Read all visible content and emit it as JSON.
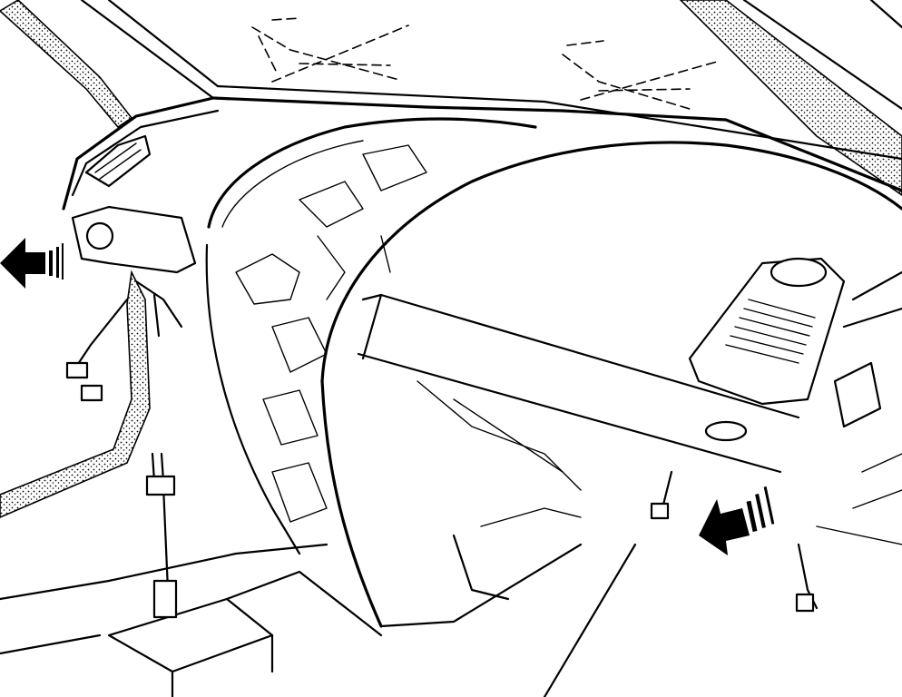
{
  "figure": {
    "subject": "dashboard-panel-removal-illustration",
    "style": "black line art on white",
    "arrows": [
      {
        "name": "left-direction-arrow",
        "direction": "left"
      },
      {
        "name": "lower-right-direction-arrow",
        "direction": "down-left"
      }
    ]
  }
}
